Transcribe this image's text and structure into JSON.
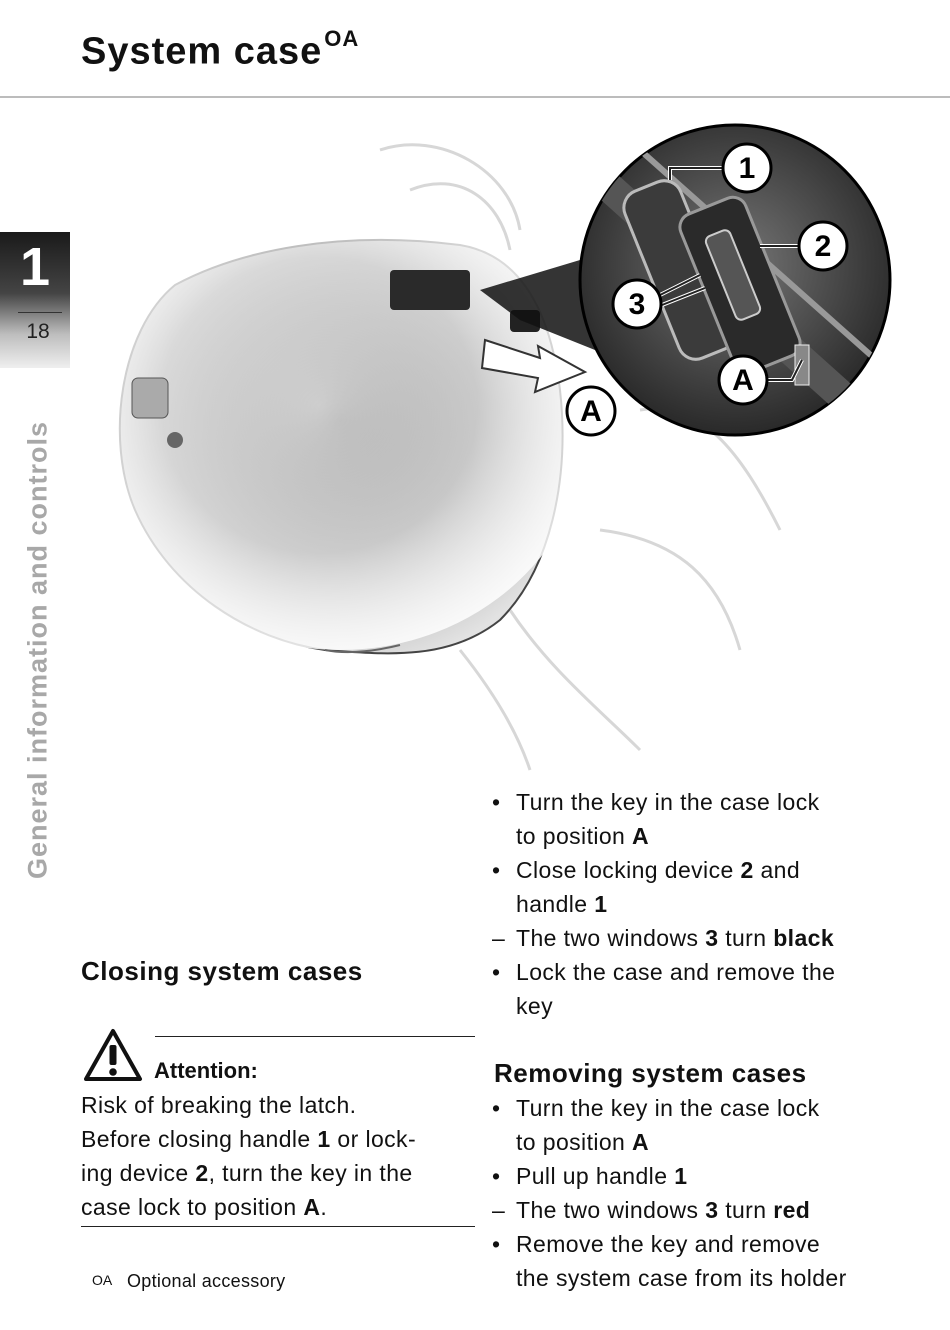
{
  "header": {
    "title": "System case",
    "title_sup": "OA"
  },
  "chapter": {
    "number": "1",
    "page": "18",
    "side_label": "General information and controls"
  },
  "figure": {
    "callouts": [
      "1",
      "2",
      "3",
      "A",
      "A"
    ]
  },
  "closing": {
    "title": "Closing system cases",
    "attention_label": "Attention:",
    "warning_lines": [
      [
        {
          "t": "Risk of breaking the latch."
        }
      ],
      [
        {
          "t": "Before closing handle "
        },
        {
          "b": "1"
        },
        {
          "t": " or lock-"
        }
      ],
      [
        {
          "t": "ing device "
        },
        {
          "b": "2"
        },
        {
          "t": ", turn the key in the"
        }
      ],
      [
        {
          "t": "case lock to position "
        },
        {
          "b": "A"
        },
        {
          "t": "."
        }
      ]
    ]
  },
  "footnote": {
    "mark": "OA",
    "text": "Optional accessory"
  },
  "closing_steps": [
    {
      "marker": "•",
      "lines": [
        [
          {
            "t": "Turn the key in the case lock"
          }
        ],
        [
          {
            "t": "to position "
          },
          {
            "b": "A"
          }
        ]
      ]
    },
    {
      "marker": "•",
      "lines": [
        [
          {
            "t": "Close locking device "
          },
          {
            "b": "2"
          },
          {
            "t": " and"
          }
        ],
        [
          {
            "t": "handle "
          },
          {
            "b": "1"
          }
        ]
      ]
    },
    {
      "marker": "–",
      "lines": [
        [
          {
            "t": "The two windows "
          },
          {
            "b": "3"
          },
          {
            "t": " turn "
          },
          {
            "b": "black"
          }
        ]
      ]
    },
    {
      "marker": "•",
      "lines": [
        [
          {
            "t": "Lock the case and remove the"
          }
        ],
        [
          {
            "t": "key"
          }
        ]
      ]
    }
  ],
  "removing": {
    "title": "Removing system cases",
    "steps": [
      {
        "marker": "•",
        "lines": [
          [
            {
              "t": "Turn the key in the case lock"
            }
          ],
          [
            {
              "t": "to position "
            },
            {
              "b": "A"
            }
          ]
        ]
      },
      {
        "marker": "•",
        "lines": [
          [
            {
              "t": "Pull up handle "
            },
            {
              "b": "1"
            }
          ]
        ]
      },
      {
        "marker": "–",
        "lines": [
          [
            {
              "t": "The two windows "
            },
            {
              "b": "3"
            },
            {
              "t": " turn "
            },
            {
              "b": "red"
            }
          ]
        ]
      },
      {
        "marker": "•",
        "lines": [
          [
            {
              "t": "Remove the key and remove"
            }
          ],
          [
            {
              "t": "the system case from its holder"
            }
          ]
        ]
      }
    ]
  }
}
